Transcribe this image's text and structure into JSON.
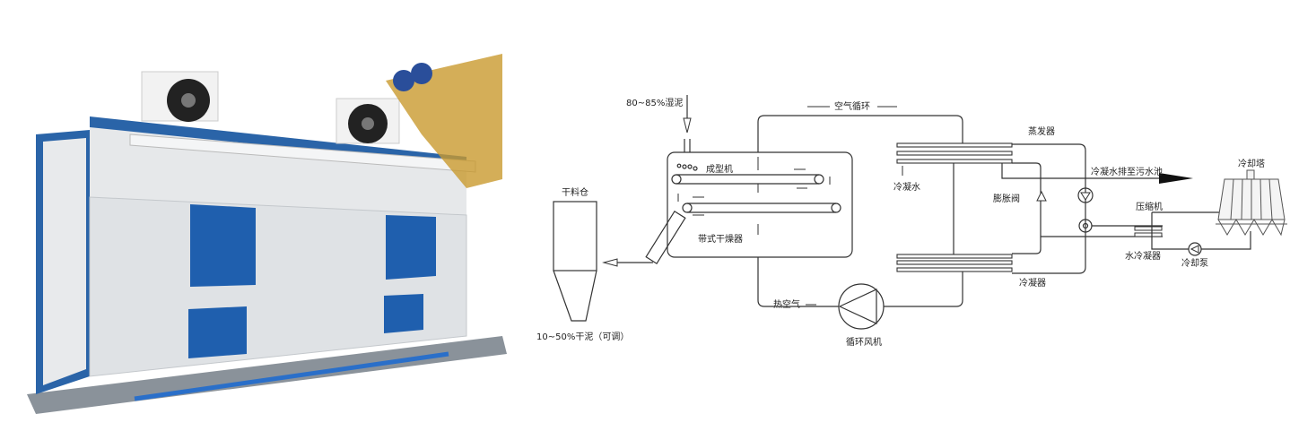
{
  "photo": {
    "caption": "",
    "accent": "#1e5fa8"
  },
  "diagram": {
    "wet_sludge": "80~85%湿泥",
    "air_cycle": "空气循环",
    "forming_machine": "成型机",
    "belt_dryer": "带式干燥器",
    "dry_silo": "干料仓",
    "dry_sludge": "10~50%干泥（可调）",
    "hot_air": "热空气",
    "circulating_fan": "循环风机",
    "condensate": "冷凝水",
    "evaporator": "蒸发器",
    "expansion_valve": "膨胀阀",
    "condenser": "冷凝器",
    "drain": "冷凝水排至污水池",
    "compressor": "压缩机",
    "water_condenser": "水冷凝器",
    "cooling_pump": "冷却泵",
    "cooling_tower": "冷却塔"
  }
}
